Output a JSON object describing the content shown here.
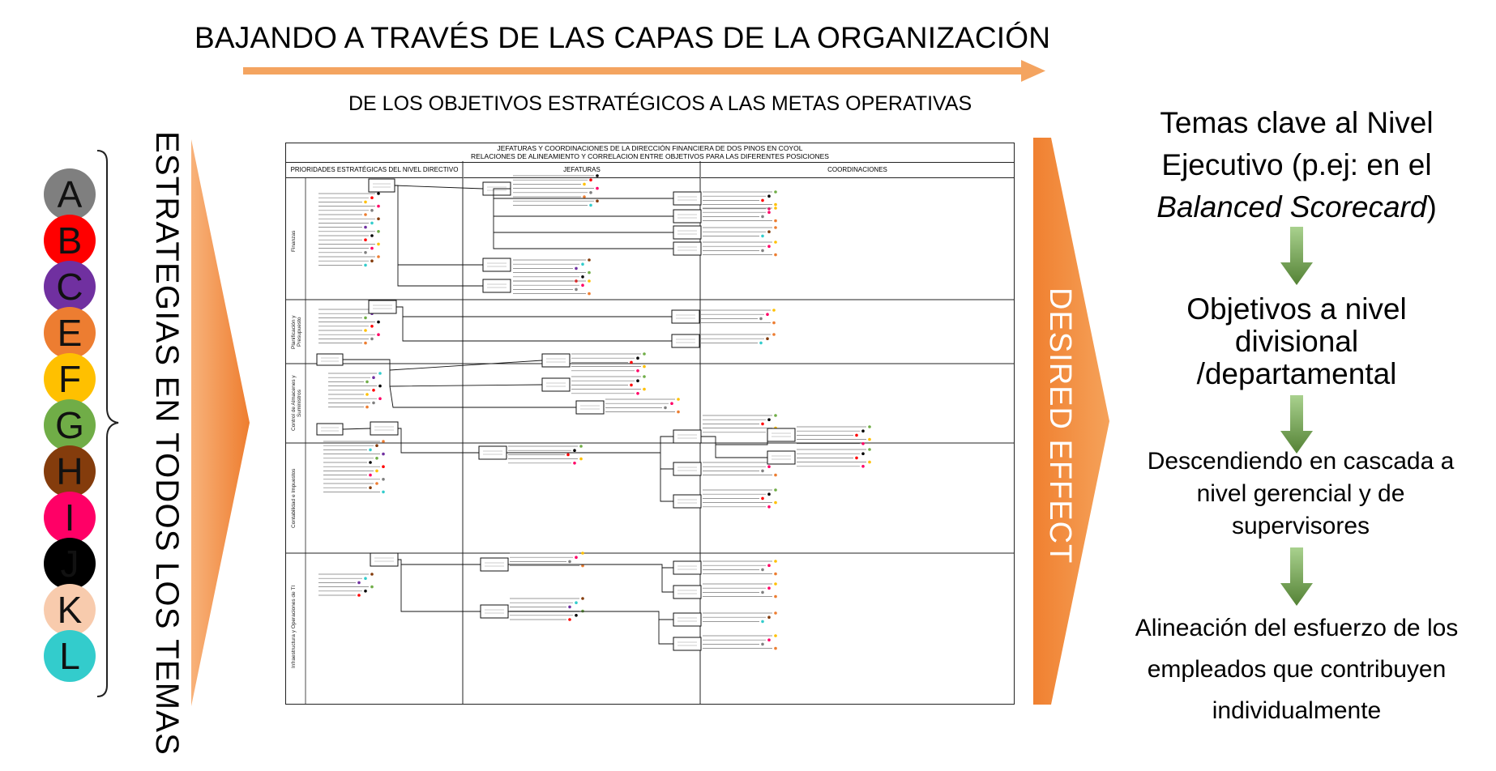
{
  "title": "BAJANDO A TRAVÉS DE LAS CAPAS DE LA ORGANIZACIÓN",
  "subtitle": "DE LOS OBJETIVOS ESTRATÉGICOS A LAS METAS OPERATIVAS",
  "left_panel": {
    "vertical_label": "ESTRATEGIAS EN TODOS LOS TEMAS",
    "circles": [
      {
        "letter": "A",
        "color": "#7f7f7f"
      },
      {
        "letter": "B",
        "color": "#ff0000"
      },
      {
        "letter": "C",
        "color": "#7030a0"
      },
      {
        "letter": "E",
        "color": "#ed7d31"
      },
      {
        "letter": "F",
        "color": "#ffc000"
      },
      {
        "letter": "G",
        "color": "#70ad47"
      },
      {
        "letter": "H",
        "color": "#843c0c"
      },
      {
        "letter": "I",
        "color": "#ff0066"
      },
      {
        "letter": "J",
        "color": "#000000"
      },
      {
        "letter": "K",
        "color": "#f8cbad"
      },
      {
        "letter": "L",
        "color": "#33cccc"
      }
    ]
  },
  "document": {
    "header_line1": "JEFATURAS Y COORDINACIONES DE LA DIRECCIÓN FINANCIERA DE DOS PINOS EN COYOL",
    "header_line2": "RELACIONES DE ALINEAMIENTO Y CORRELACION ENTRE OBJETIVOS PARA LAS DIFERENTES POSICIONES",
    "columns": [
      "PRIORIDADES ESTRATÉGICAS DEL NIVEL DIRECTIVO",
      "JEFATURAS",
      "COORDINACIONES"
    ],
    "bands": [
      "Finanzas",
      "Planificación y Presupuesto",
      "Control de Almacenes y Suministros",
      "Contabilidad e Impuestos",
      "Infraestructura y Operaciones de TI"
    ]
  },
  "desired_effect": "DESIRED EFFECT",
  "right_panel": {
    "block1": {
      "line1": "Temas clave al Nivel",
      "line2": "Ejecutivo (p.ej: en el",
      "line3_italic": "Balanced Scorecard",
      "line3_suffix": ")"
    },
    "block2": {
      "line1": "Objetivos a nivel",
      "line2": "divisional",
      "line3": "/departamental"
    },
    "block3": {
      "line1": "Descendiendo en cascada a",
      "line2": "nivel gerencial y de",
      "line3": "supervisores"
    },
    "block4": {
      "line1": "Alineación del esfuerzo de los",
      "line2": "empleados que contribuyen",
      "line3": "individualmente"
    }
  },
  "colors": {
    "orange": "#ed7d31",
    "green": "#70ad47"
  }
}
